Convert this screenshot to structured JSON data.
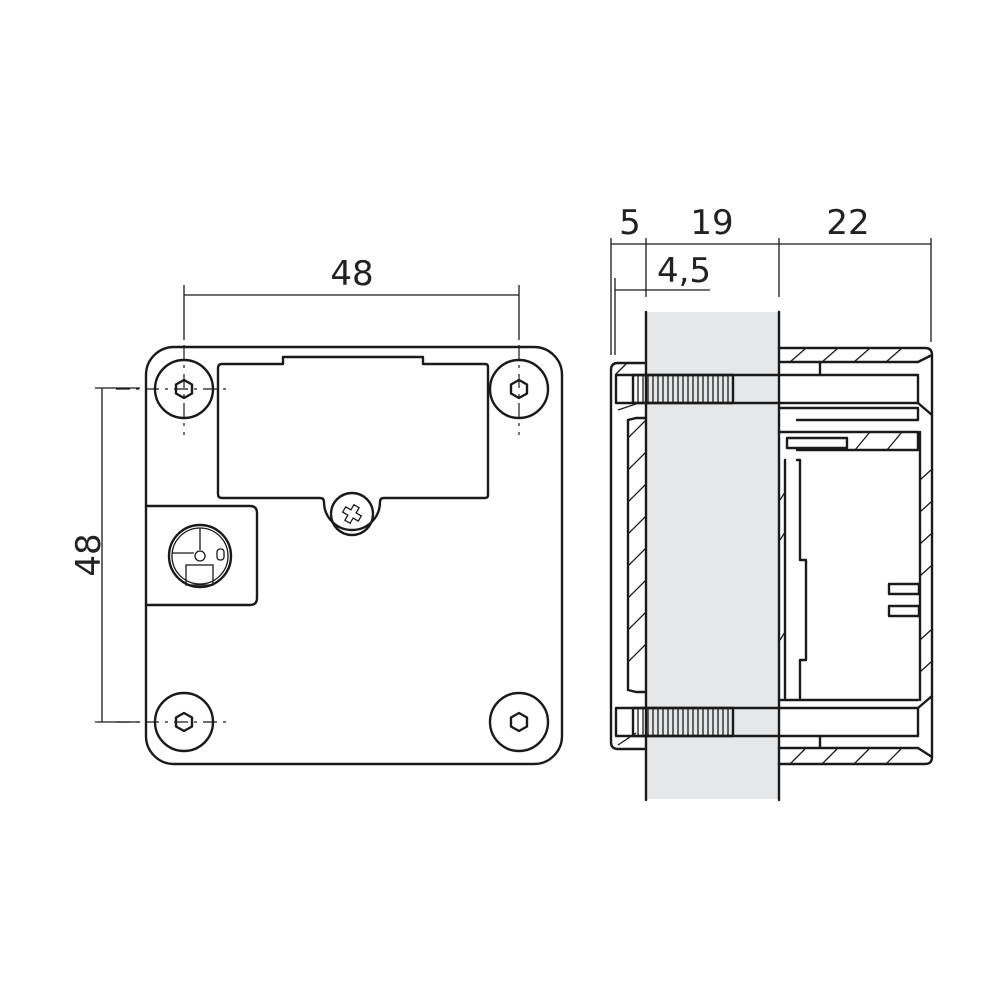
{
  "drawing": {
    "type": "technical-drawing",
    "subject": "cabinet lock, front view and side section"
  },
  "front_view": {
    "dim_width": "48",
    "dim_height": "48"
  },
  "side_view": {
    "dim_a": "5",
    "dim_b": "19",
    "dim_c": "22",
    "dim_d": "4,5"
  },
  "colors": {
    "line": "#1a1a1a",
    "panel_fill": "#e6e7e9",
    "background": "#ffffff"
  }
}
